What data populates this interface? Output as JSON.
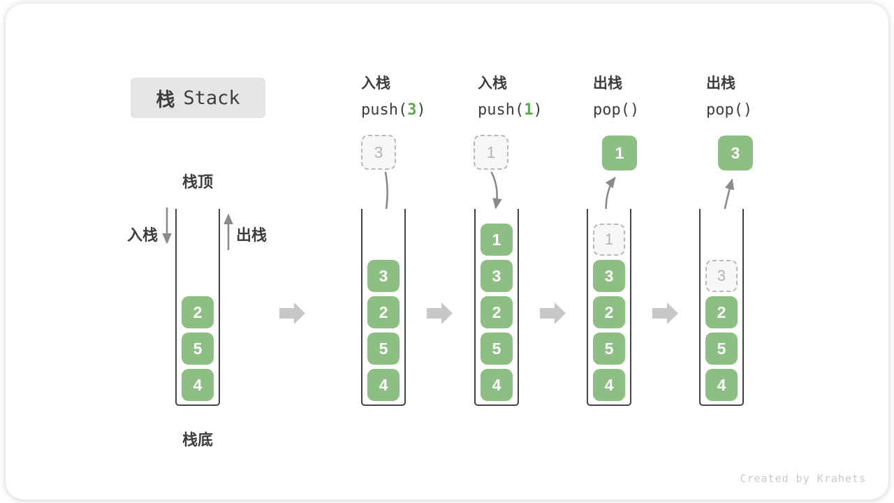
{
  "title": {
    "zh": "栈",
    "en": "Stack"
  },
  "legend": {
    "stack_top": "栈顶",
    "stack_bottom": "栈底",
    "push": "入栈",
    "pop": "出栈"
  },
  "main_stack": {
    "values": [
      "2",
      "5",
      "4"
    ]
  },
  "steps": [
    {
      "label_zh": "入栈",
      "code_pre": "push(",
      "code_arg": "3",
      "code_post": ")",
      "floating": {
        "value": "3",
        "kind": "dashed"
      },
      "cells": [
        {
          "value": "3",
          "ghost": false
        },
        {
          "value": "2",
          "ghost": false
        },
        {
          "value": "5",
          "ghost": false
        },
        {
          "value": "4",
          "ghost": false
        }
      ]
    },
    {
      "label_zh": "入栈",
      "code_pre": "push(",
      "code_arg": "1",
      "code_post": ")",
      "floating": {
        "value": "1",
        "kind": "dashed"
      },
      "cells": [
        {
          "value": "1",
          "ghost": false
        },
        {
          "value": "3",
          "ghost": false
        },
        {
          "value": "2",
          "ghost": false
        },
        {
          "value": "5",
          "ghost": false
        },
        {
          "value": "4",
          "ghost": false
        }
      ]
    },
    {
      "label_zh": "出栈",
      "code_pre": "pop(",
      "code_arg": "",
      "code_post": ")",
      "floating": {
        "value": "1",
        "kind": "solid"
      },
      "cells": [
        {
          "value": "1",
          "ghost": true
        },
        {
          "value": "3",
          "ghost": false
        },
        {
          "value": "2",
          "ghost": false
        },
        {
          "value": "5",
          "ghost": false
        },
        {
          "value": "4",
          "ghost": false
        }
      ]
    },
    {
      "label_zh": "出栈",
      "code_pre": "pop(",
      "code_arg": "",
      "code_post": ")",
      "floating": {
        "value": "3",
        "kind": "solid"
      },
      "cells": [
        {
          "value": "3",
          "ghost": true
        },
        {
          "value": "2",
          "ghost": false
        },
        {
          "value": "5",
          "ghost": false
        },
        {
          "value": "4",
          "ghost": false
        }
      ]
    }
  ],
  "watermark": "Created by Krahets",
  "colors": {
    "box_green": "#8cbf81",
    "code_arg_green": "#5ea651",
    "ghost_border": "#b9b9b9",
    "ghost_bg": "#f7f7f7",
    "ghost_text": "#b3b3b3",
    "curve_arrow_gray": "#8a8a8a",
    "block_arrow_gray": "#c7c7c7",
    "container_border": "#424242",
    "text_dark": "#3d3d3d",
    "title_bg": "#e5e5e5",
    "watermark_gray": "#c9c9c9"
  }
}
